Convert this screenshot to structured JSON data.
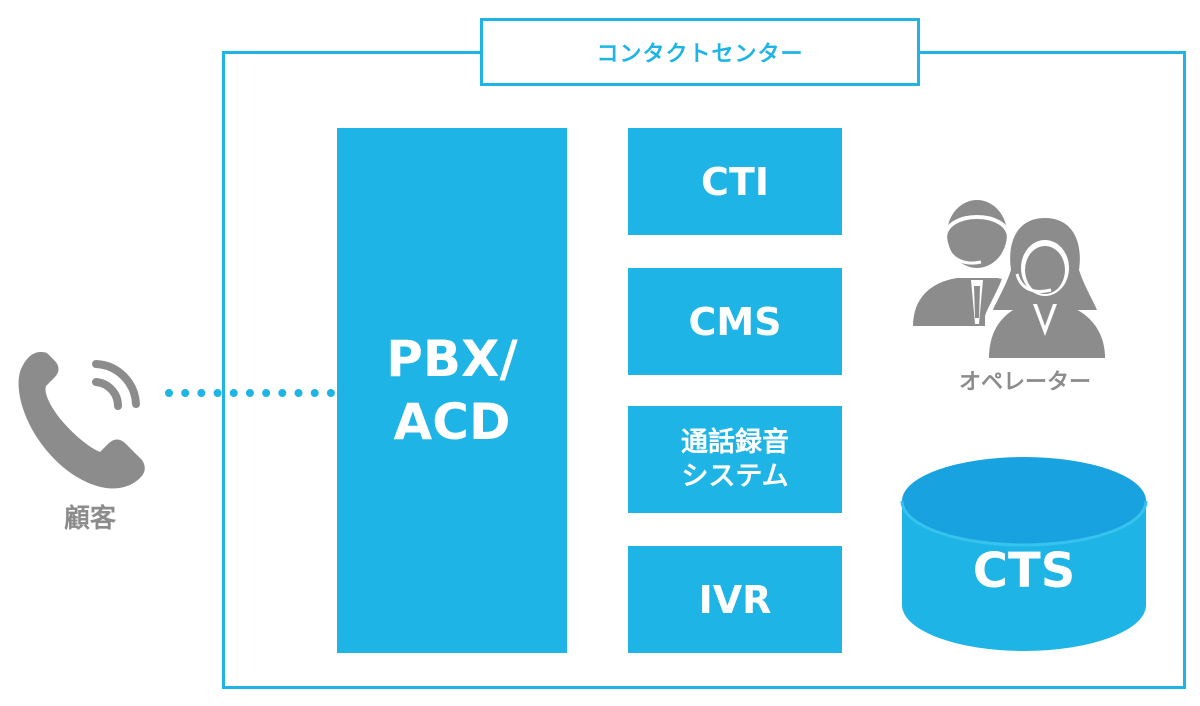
{
  "frame": {
    "title": "コンタクトセンター"
  },
  "blocks": {
    "pbx": {
      "line1": "PBX/",
      "line2": "ACD"
    },
    "cti": "CTI",
    "cms": "CMS",
    "recording": {
      "line1": "通話録音",
      "line2": "システム"
    },
    "ivr": "IVR"
  },
  "customer": {
    "label": "顧客",
    "icon": "phone-icon"
  },
  "operators": {
    "label": "オペレーター",
    "icon": "operators-headset-icon"
  },
  "database": {
    "label": "CTS",
    "icon": "database-cylinder-icon"
  },
  "colors": {
    "accent": "#1eb5e6",
    "icon_gray": "#8c8c8c",
    "cylinder_top": "#18a2df"
  }
}
